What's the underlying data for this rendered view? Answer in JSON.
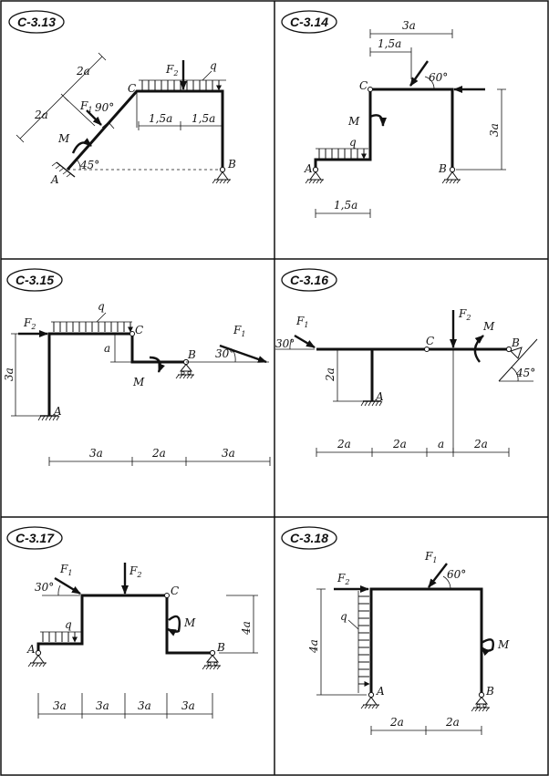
{
  "panels": [
    {
      "id": "C-3.13",
      "labels": {
        "q": "q",
        "F1": "F",
        "F1sub": "1",
        "F2": "F",
        "F2sub": "2",
        "M": "M",
        "A": "A",
        "B": "B",
        "C": "C",
        "ang1": "90°",
        "ang2": "45°",
        "d1": "2a",
        "d2": "2a",
        "d3": "1,5a",
        "d4": "1,5a"
      }
    },
    {
      "id": "C-3.14",
      "labels": {
        "q": "q",
        "M": "M",
        "A": "A",
        "B": "B",
        "C": "C",
        "ang1": "60°",
        "d1": "3a",
        "d2": "1,5a",
        "d3": "3a",
        "d4": "1,5a"
      }
    },
    {
      "id": "C-3.15",
      "labels": {
        "q": "q",
        "F1": "F",
        "F1sub": "1",
        "F2": "F",
        "F2sub": "2",
        "M": "M",
        "A": "A",
        "B": "B",
        "C": "C",
        "a": "a",
        "ang1": "30°",
        "d1": "3a",
        "d2": "3a",
        "d3": "2a",
        "d4": "3a"
      }
    },
    {
      "id": "C-3.16",
      "labels": {
        "F1": "F",
        "F1sub": "1",
        "F2": "F",
        "F2sub": "2",
        "M": "M",
        "A": "A",
        "B": "B",
        "C": "C",
        "ang1": "30°",
        "ang2": "45°",
        "d1": "2a",
        "d2": "2a",
        "d3": "2a",
        "d4": "a",
        "d5": "2a"
      }
    },
    {
      "id": "C-3.17",
      "labels": {
        "q": "q",
        "F1": "F",
        "F1sub": "1",
        "F2": "F",
        "F2sub": "2",
        "M": "M",
        "A": "A",
        "B": "B",
        "C": "C",
        "ang1": "30°",
        "d1": "4a",
        "d2": "3a",
        "d3": "3a",
        "d4": "3a",
        "d5": "3a"
      }
    },
    {
      "id": "C-3.18",
      "labels": {
        "q": "q",
        "F1": "F",
        "F1sub": "1",
        "F2": "F",
        "F2sub": "2",
        "M": "M",
        "A": "A",
        "B": "B",
        "ang1": "60°",
        "d1": "4a",
        "d2": "2a",
        "d3": "2a"
      }
    }
  ]
}
